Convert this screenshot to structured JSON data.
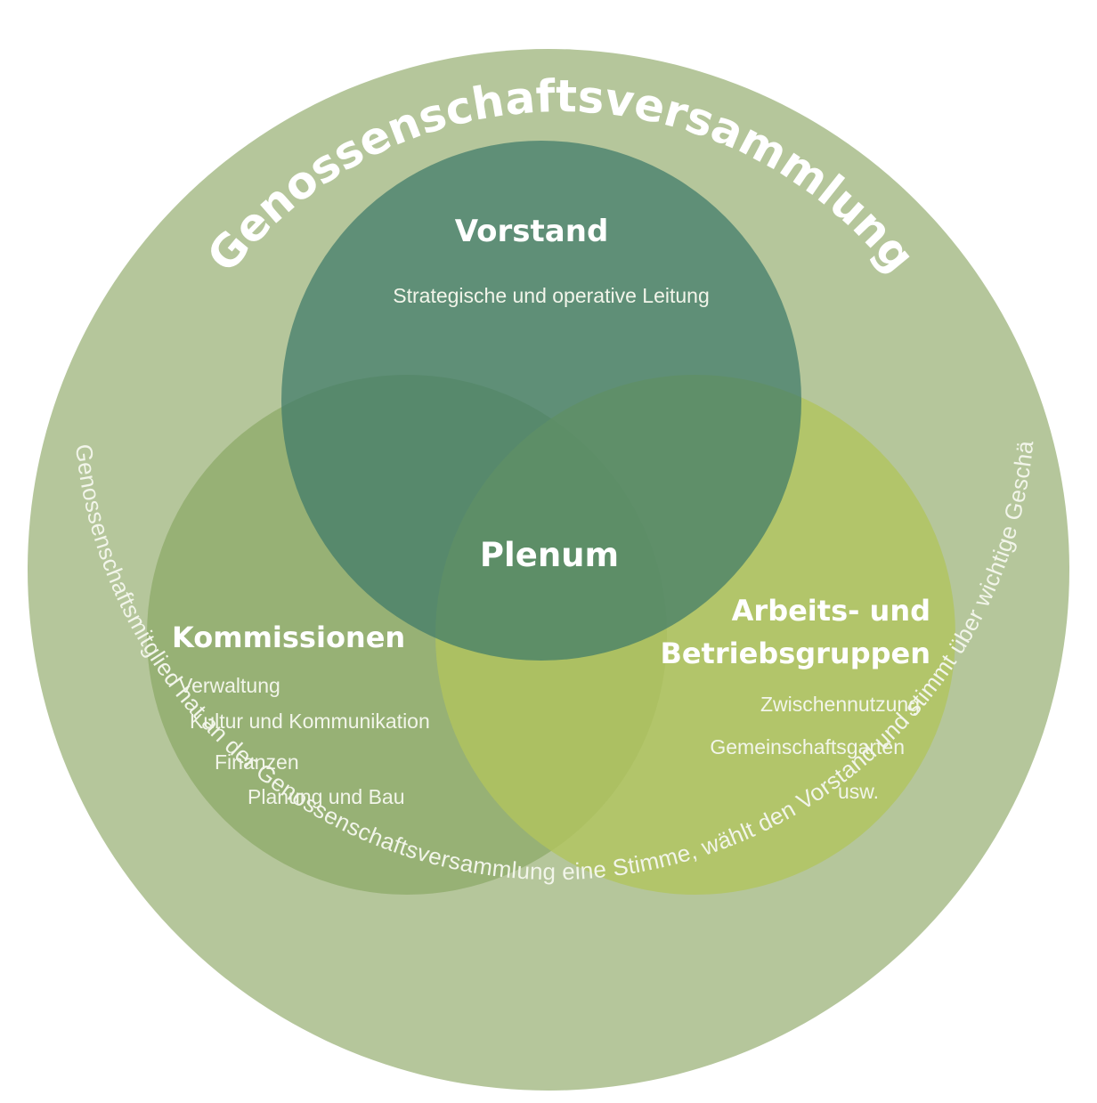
{
  "colors": {
    "outer_circle": "#b5c69b",
    "vorstand": "#3e7a6a",
    "kommissionen": "#8eaa68",
    "arbeitsgruppen": "#b1c45e",
    "text": "#ffffff"
  },
  "outer": {
    "title": "Genossenschaftsversammlung",
    "caption": "Jedes Genossenschaftsmitglied hat an der Genossenschaftsversammlung eine Stimme, wählt den Vorstand und stimmt über wichtige Geschäfte ab."
  },
  "vorstand": {
    "title": "Vorstand",
    "items": [
      "Strategische und operative Leitung"
    ]
  },
  "kommissionen": {
    "title": "Kommissionen",
    "items": [
      "Verwaltung",
      "Kultur und Kommunikation",
      "Finanzen",
      "Planung und Bau"
    ]
  },
  "arbeitsgruppen": {
    "title_line1": "Arbeits- und",
    "title_line2": "Betriebsgruppen",
    "items": [
      "Zwischennutzung",
      "Gemeinschaftsgarten",
      "usw."
    ]
  },
  "center": {
    "label": "Plenum"
  }
}
